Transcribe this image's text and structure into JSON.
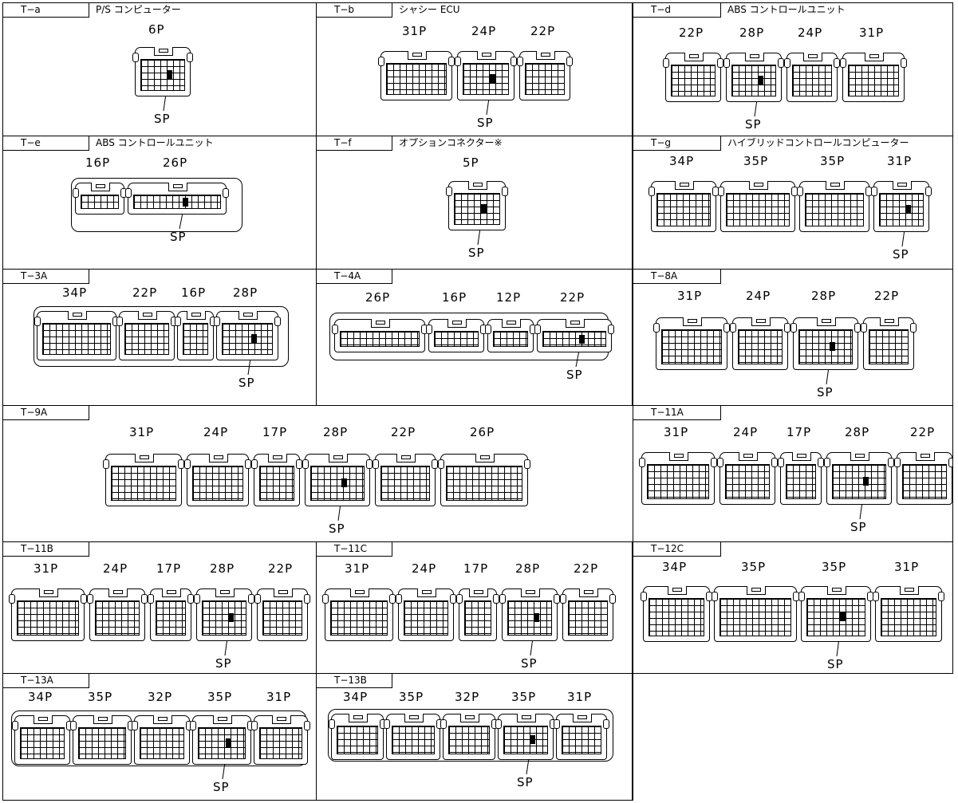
{
  "sections": [
    {
      "code": "T−a",
      "title": "P/S コンピューター",
      "connectors": [
        {
          "pins": "6P",
          "sp": true
        }
      ]
    },
    {
      "code": "T−b",
      "title": "シャシー ECU",
      "connectors": [
        {
          "pins": "31P"
        },
        {
          "pins": "24P",
          "sp": true
        },
        {
          "pins": "22P"
        }
      ]
    },
    {
      "code": "T−d",
      "title": "ABS コントロールユニット",
      "connectors": [
        {
          "pins": "22P"
        },
        {
          "pins": "28P",
          "sp": true
        },
        {
          "pins": "24P"
        },
        {
          "pins": "31P"
        }
      ]
    },
    {
      "code": "T−e",
      "title": "ABS コントロールユニット",
      "connectors": [
        {
          "pins": "16P"
        },
        {
          "pins": "26P",
          "sp": true
        }
      ]
    },
    {
      "code": "T−f",
      "title": "オプションコネクター※",
      "connectors": [
        {
          "pins": "5P",
          "sp": true
        }
      ]
    },
    {
      "code": "T−g",
      "title": "ハイブリッドコントロールコンピューター",
      "connectors": [
        {
          "pins": "34P"
        },
        {
          "pins": "35P"
        },
        {
          "pins": "35P"
        },
        {
          "pins": "31P",
          "sp": true
        }
      ]
    },
    {
      "code": "T−3A",
      "title": "",
      "connectors": [
        {
          "pins": "34P"
        },
        {
          "pins": "22P"
        },
        {
          "pins": "16P"
        },
        {
          "pins": "28P",
          "sp": true
        }
      ]
    },
    {
      "code": "T−4A",
      "title": "",
      "connectors": [
        {
          "pins": "26P"
        },
        {
          "pins": "16P"
        },
        {
          "pins": "12P"
        },
        {
          "pins": "22P",
          "sp": true
        }
      ]
    },
    {
      "code": "T−8A",
      "title": "",
      "connectors": [
        {
          "pins": "31P"
        },
        {
          "pins": "24P"
        },
        {
          "pins": "28P",
          "sp": true
        },
        {
          "pins": "22P"
        }
      ]
    },
    {
      "code": "T−9A",
      "title": "",
      "connectors": [
        {
          "pins": "31P"
        },
        {
          "pins": "24P"
        },
        {
          "pins": "17P"
        },
        {
          "pins": "28P",
          "sp": true
        },
        {
          "pins": "22P"
        },
        {
          "pins": "26P"
        }
      ]
    },
    {
      "code": "T−11A",
      "title": "",
      "connectors": [
        {
          "pins": "31P"
        },
        {
          "pins": "24P"
        },
        {
          "pins": "17P"
        },
        {
          "pins": "28P",
          "sp": true
        },
        {
          "pins": "22P"
        }
      ]
    },
    {
      "code": "T−11B",
      "title": "",
      "connectors": [
        {
          "pins": "31P"
        },
        {
          "pins": "24P"
        },
        {
          "pins": "17P"
        },
        {
          "pins": "28P",
          "sp": true
        },
        {
          "pins": "22P"
        }
      ]
    },
    {
      "code": "T−11C",
      "title": "",
      "connectors": [
        {
          "pins": "31P"
        },
        {
          "pins": "24P"
        },
        {
          "pins": "17P"
        },
        {
          "pins": "28P",
          "sp": true
        },
        {
          "pins": "22P"
        }
      ]
    },
    {
      "code": "T−12C",
      "title": "",
      "connectors": [
        {
          "pins": "34P"
        },
        {
          "pins": "35P"
        },
        {
          "pins": "35P",
          "sp": true
        },
        {
          "pins": "31P"
        }
      ]
    },
    {
      "code": "T−13A",
      "title": "",
      "connectors": [
        {
          "pins": "34P"
        },
        {
          "pins": "35P"
        },
        {
          "pins": "32P"
        },
        {
          "pins": "35P",
          "sp": true
        },
        {
          "pins": "31P"
        }
      ]
    },
    {
      "code": "T−13B",
      "title": "",
      "connectors": [
        {
          "pins": "34P"
        },
        {
          "pins": "35P"
        },
        {
          "pins": "32P"
        },
        {
          "pins": "35P",
          "sp": true
        },
        {
          "pins": "31P"
        }
      ]
    }
  ],
  "sp_label": "SP"
}
